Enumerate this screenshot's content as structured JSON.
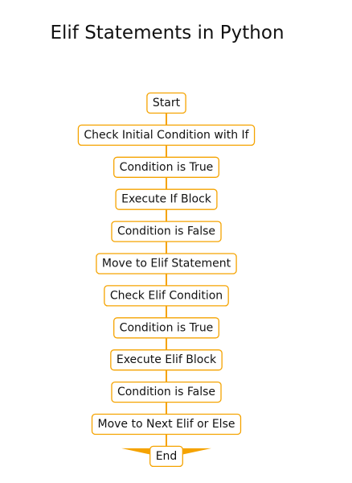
{
  "title": "Elif Statements in Python",
  "colors": {
    "accent": "#f5a300",
    "text": "#111111",
    "background": "#ffffff"
  },
  "flow": {
    "direction": "top-to-bottom",
    "end_marker": "arrowhead",
    "nodes": [
      "Start",
      "Check Initial Condition with If",
      "Condition is True",
      "Execute If Block",
      "Condition is False",
      "Move to Elif Statement",
      "Check Elif Condition",
      "Condition is True",
      "Execute Elif Block",
      "Condition is False",
      "Move to Next Elif or Else",
      "End"
    ]
  }
}
